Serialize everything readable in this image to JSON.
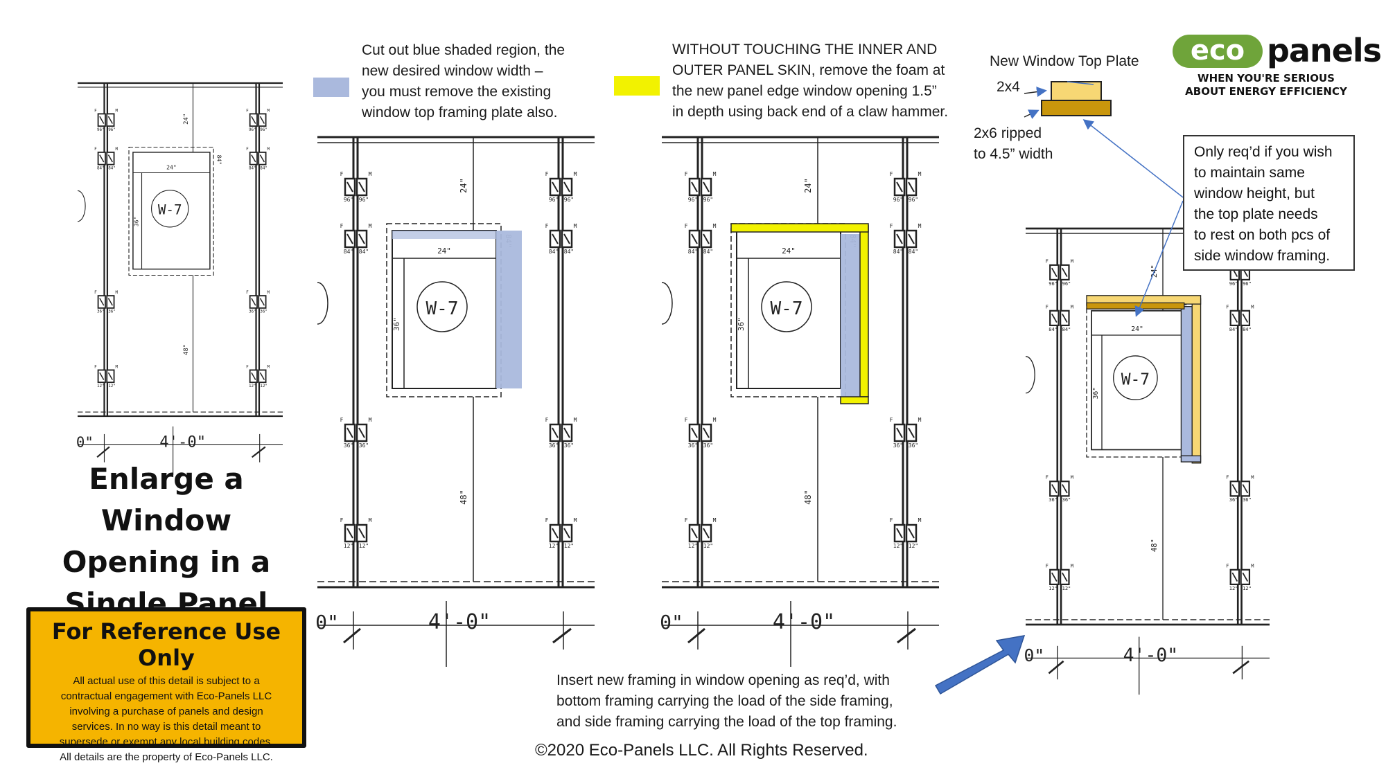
{
  "title": {
    "lines": [
      "Enlarge a Window",
      "Opening in a",
      "Single Panel"
    ]
  },
  "reference_box": {
    "heading": "For Reference Use Only",
    "body_lines": [
      "All actual use of this detail is subject to a",
      "contractual engagement with Eco-Panels LLC",
      "involving a purchase of panels and design",
      "services.  In no way is this detail meant to",
      "supersede or exempt any local building codes.",
      "All details are the property of Eco-Panels LLC."
    ]
  },
  "step1_note": {
    "lines": [
      "Cut out blue shaded region, the",
      "new desired window width –",
      "you must remove the existing",
      "window top framing plate also."
    ],
    "swatch_color": "#aab9dd"
  },
  "step2_note": {
    "lines": [
      "WITHOUT TOUCHING THE INNER AND",
      "OUTER PANEL SKIN, remove the foam at",
      "the new panel edge window opening 1.5”",
      "in depth using back end of a claw hammer."
    ],
    "swatch_color": "#f2f200"
  },
  "step3_note": {
    "lines": [
      "Insert new framing in window opening as req’d, with",
      "bottom framing carrying the load of the side framing,",
      "and side framing carrying the load of the top framing."
    ],
    "arrow_color": "#4472c4"
  },
  "top_plate": {
    "title": "New Window Top Plate",
    "label_2x4": "2x4",
    "label_2x6_lines": [
      "2x6 ripped",
      "to 4.5” width"
    ],
    "color_2x4": "#f7d774",
    "color_2x6": "#c9960c"
  },
  "callout": {
    "lines": [
      "Only req’d if you wish",
      "to maintain same",
      "window height, but",
      "the top plate needs",
      "to rest on both pcs of",
      "side window framing."
    ]
  },
  "logo": {
    "badge": "eco",
    "word": "panels",
    "tag_lines": [
      "WHEN YOU'RE SERIOUS",
      "ABOUT ENERGY EFFICIENCY"
    ]
  },
  "drawing_labels": {
    "window_tag": "W-7",
    "width_dim": "24\"",
    "height_dim": "36\"",
    "side_dim": "84\"",
    "head_dim": "24\"",
    "sill_dim": "48\"",
    "panel_width": "4'-0\"",
    "inch_mark": "0\"",
    "stud_f": "F",
    "stud_m": "M",
    "stud_96": "96\"",
    "stud_84": "84\"",
    "stud_36": "36\"",
    "stud_12": "12\""
  },
  "copyright": "©2020 Eco-Panels LLC. All Rights Reserved."
}
